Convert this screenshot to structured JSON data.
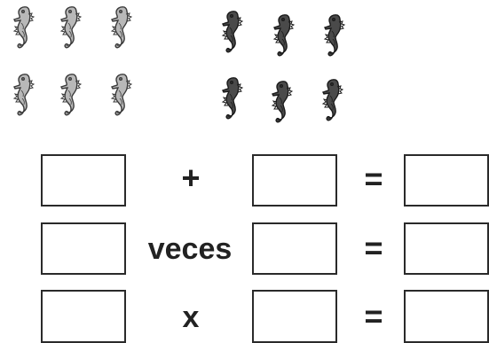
{
  "worksheet": {
    "groups": [
      {
        "name": "light-seahorse-group",
        "count": 6,
        "rows": 2,
        "per_row": 3,
        "fill": "#b8b8b8",
        "stroke": "#3a3a3a"
      },
      {
        "name": "dark-seahorse-group",
        "count": 6,
        "rows": 2,
        "per_row": 3,
        "fill": "#4a4a4a",
        "stroke": "#1a1a1a"
      }
    ],
    "equations": [
      {
        "operator": "+",
        "equals": "="
      },
      {
        "operator": "veces",
        "equals": "="
      },
      {
        "operator": "x",
        "equals": "="
      }
    ]
  }
}
